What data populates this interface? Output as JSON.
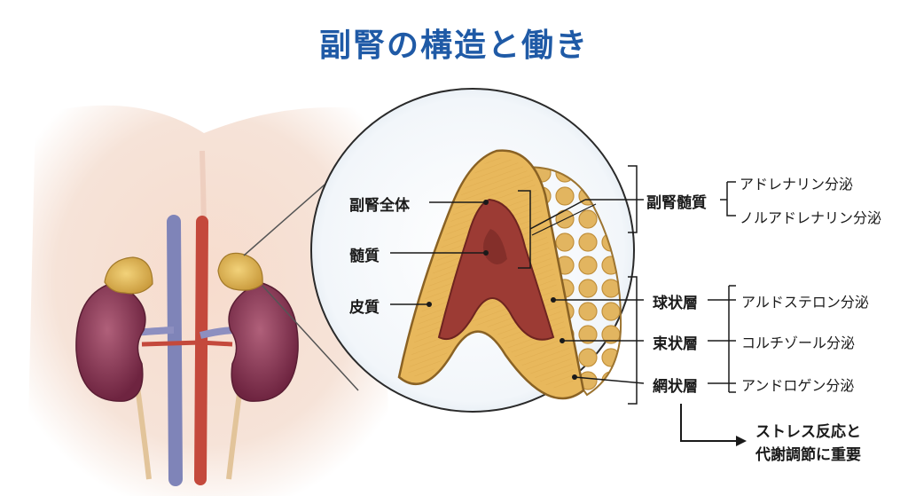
{
  "title": "副腎の構造と働き",
  "labels": {
    "whole": "副腎全体",
    "medulla": "髄質",
    "cortex": "皮質"
  },
  "medulla_group": {
    "name": "副腎髄質",
    "secretions": [
      "アドレナリン分泌",
      "ノルアドレナリン分泌"
    ]
  },
  "cortex_layers": [
    {
      "name": "球状層",
      "secretion": "アルドステロン分泌"
    },
    {
      "name": "束状層",
      "secretion": "コルチゾール分泌"
    },
    {
      "name": "網状層",
      "secretion": "アンドロゲン分泌"
    }
  ],
  "note": {
    "line1": "ストレス反応と",
    "line2": "代謝調節に重要"
  },
  "colors": {
    "title": "#1f5aa6",
    "cortex": "#e8b85c",
    "medulla": "#9c3b34",
    "kidney": "#8a3552",
    "artery": "#c4493c",
    "vein": "#7f84b8"
  }
}
